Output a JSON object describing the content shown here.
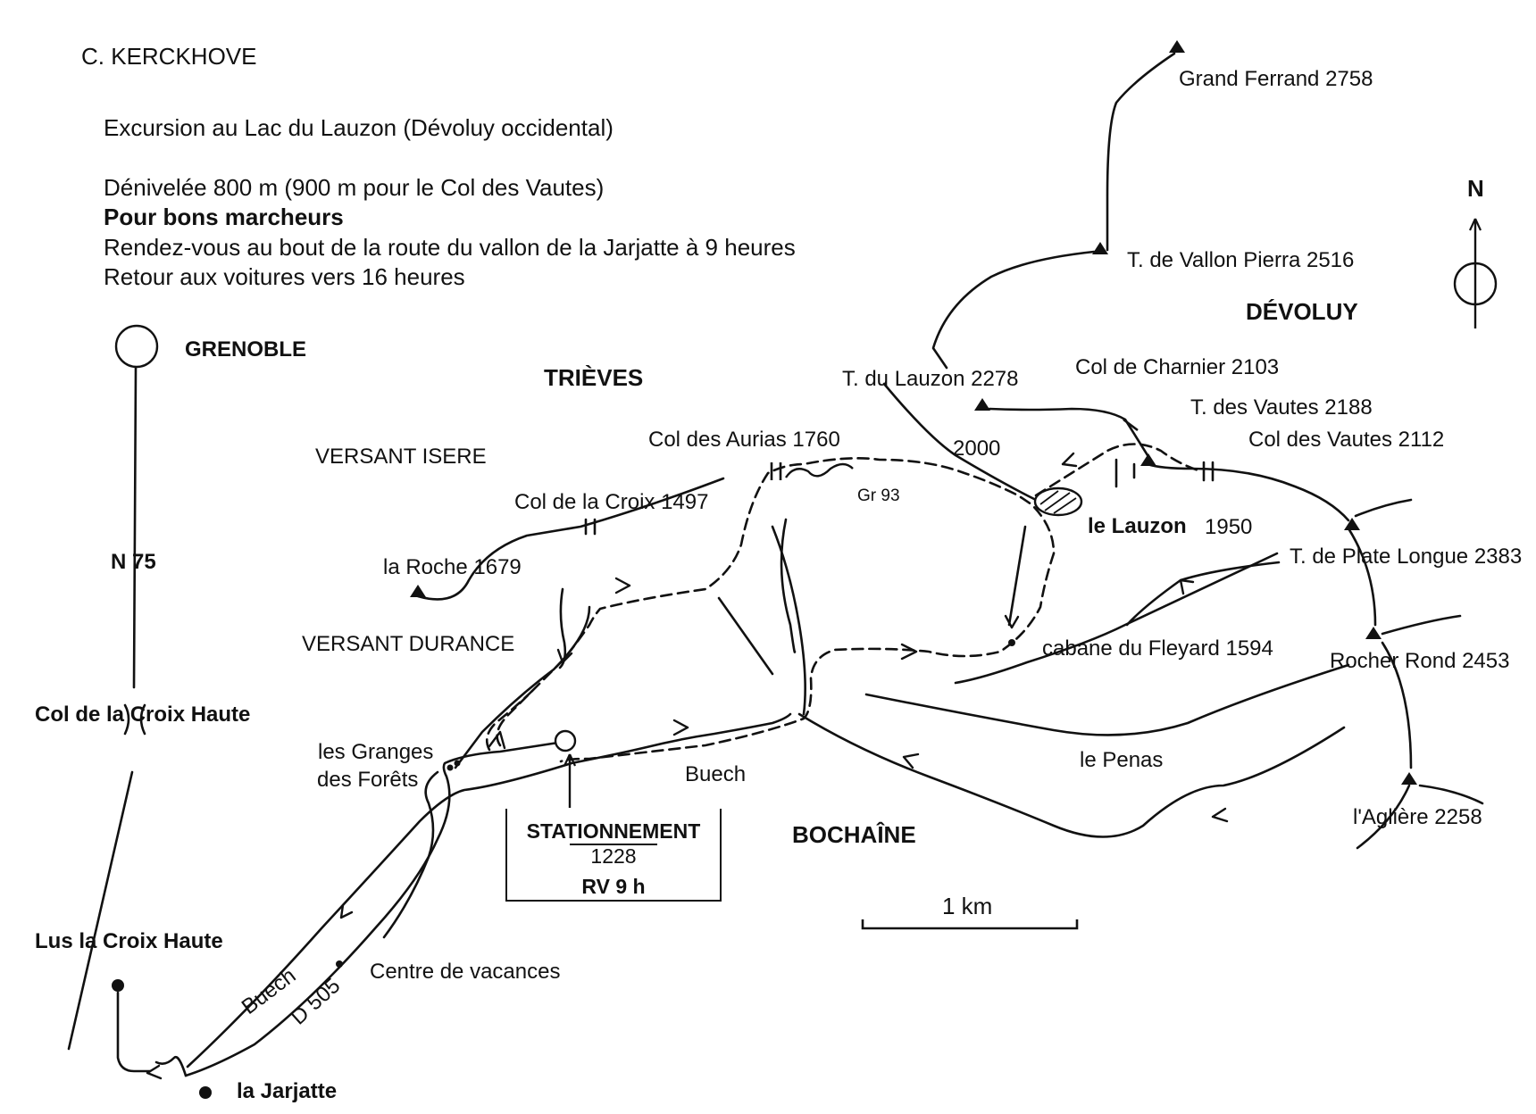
{
  "header": {
    "author": "C. KERCKHOVE",
    "title": "Excursion au Lac du Lauzon (Dévoluy occidental)",
    "line1": "Dénivelée 800 m (900 m pour le Col des Vautes)",
    "line2": "Pour bons marcheurs",
    "line3": "Rendez-vous au bout de la route du vallon de la Jarjatte à 9 heures",
    "line4": "Retour aux voitures vers 16 heures"
  },
  "regions": {
    "devoluy": "DÉVOLUY",
    "trieves": "TRIÈVES",
    "bochaine": "BOCHAÎNE",
    "versant_isere": "VERSANT ISERE",
    "versant_durance": "VERSANT DURANCE"
  },
  "route": {
    "grenoble": "GRENOBLE",
    "n75": "N 75",
    "col_croix_haute": "Col de la Croix Haute",
    "lus": "Lus la Croix Haute",
    "jarjatte": "la Jarjatte",
    "d505": "D 505",
    "buech_river": "Buech",
    "buech_river2": "Buech",
    "centre_vacances": "Centre de vacances",
    "granges_1": "les Granges",
    "granges_2": "des Forêts"
  },
  "parking": {
    "title": "STATIONNEMENT",
    "alt": "1228",
    "rv": "RV 9 h"
  },
  "places": {
    "grand_ferrand": "Grand Ferrand 2758",
    "vallon_pierra": "T. de Vallon Pierra 2516",
    "t_lauzon": "T. du Lauzon 2278",
    "col_charnier": "Col de Charnier 2103",
    "t_vautes": "T. des Vautes 2188",
    "col_vautes": "Col des Vautes 2112",
    "col_aurias": "Col des Aurias 1760",
    "alt_2000": "2000",
    "gr93": "Gr 93",
    "col_croix": "Col de la Croix 1497",
    "la_roche": "la Roche 1679",
    "lauzon_name": "le Lauzon",
    "lauzon_alt": "1950",
    "plate_longue": "T. de Plate Longue 2383",
    "cabane": "cabane du Fleyard 1594",
    "rocher_rond": "Rocher Rond 2453",
    "penas": "le Penas",
    "agliere": "l'Aglière 2258"
  },
  "north": "N",
  "scale": "1 km"
}
